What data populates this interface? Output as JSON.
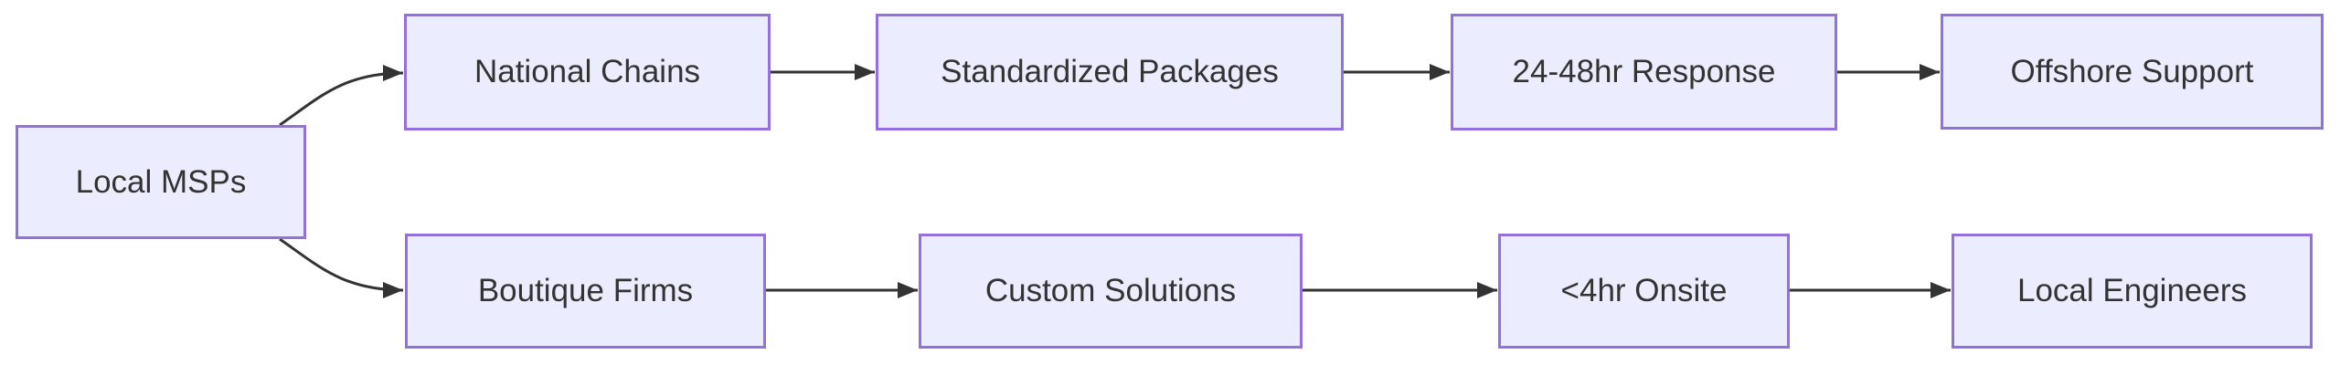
{
  "diagram": {
    "type": "flowchart-left-to-right",
    "colors": {
      "background": "#FFFFFF",
      "node_fill": "#ECECFF",
      "node_border": "#9370DB",
      "edge_color": "#333333",
      "text_color": "#333333"
    },
    "nodes": [
      {
        "id": "local-msps",
        "label": "Local MSPs"
      },
      {
        "id": "national-chains",
        "label": "National Chains"
      },
      {
        "id": "standardized-packages",
        "label": "Standardized Packages"
      },
      {
        "id": "response-24-48hr",
        "label": "24-48hr Response"
      },
      {
        "id": "offshore-support",
        "label": "Offshore Support"
      },
      {
        "id": "boutique-firms",
        "label": "Boutique Firms"
      },
      {
        "id": "custom-solutions",
        "label": "Custom Solutions"
      },
      {
        "id": "onsite-4hr",
        "label": "<4hr Onsite"
      },
      {
        "id": "local-engineers",
        "label": "Local Engineers"
      }
    ],
    "edges": [
      {
        "from": "Local MSPs",
        "to": "National Chains"
      },
      {
        "from": "Local MSPs",
        "to": "Boutique Firms"
      },
      {
        "from": "National Chains",
        "to": "Standardized Packages"
      },
      {
        "from": "Standardized Packages",
        "to": "24-48hr Response"
      },
      {
        "from": "24-48hr Response",
        "to": "Offshore Support"
      },
      {
        "from": "Boutique Firms",
        "to": "Custom Solutions"
      },
      {
        "from": "Custom Solutions",
        "to": "<4hr Onsite"
      },
      {
        "from": "<4hr Onsite",
        "to": "Local Engineers"
      }
    ]
  }
}
